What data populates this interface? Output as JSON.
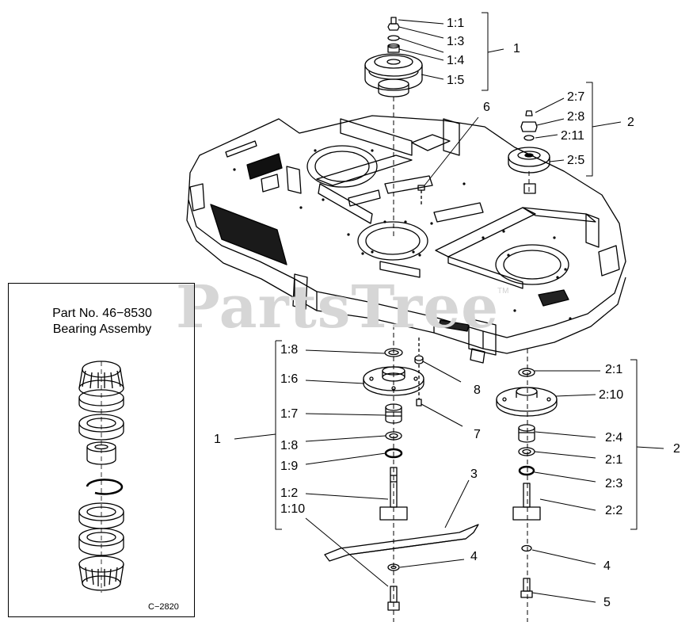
{
  "watermark": {
    "text": "PartsTree",
    "tm": "TM"
  },
  "inset": {
    "title_line1": "Part No. 46−8530",
    "title_line2": "Bearing Assemby",
    "code": "C−2820"
  },
  "callouts": {
    "c1_1": "1:1",
    "c1_3": "1:3",
    "c1_4": "1:4",
    "c1_5": "1:5",
    "c1_top": "1",
    "c2_7": "2:7",
    "c2_8": "2:8",
    "c2_11": "2:11",
    "c2_5": "2:5",
    "c2_top": "2",
    "c6": "6",
    "c1_8a": "1:8",
    "c1_6": "1:6",
    "c1_7": "1:7",
    "c1_8b": "1:8",
    "c1_9": "1:9",
    "c1_2": "1:2",
    "c1_10": "1:10",
    "c1_left": "1",
    "c8": "8",
    "c7": "7",
    "c3": "3",
    "c4a": "4",
    "c2_1a": "2:1",
    "c2_10": "2:10",
    "c2_4": "2:4",
    "c2_1b": "2:1",
    "c2_3": "2:3",
    "c2_2": "2:2",
    "c2_right": "2",
    "c4b": "4",
    "c5": "5"
  },
  "colors": {
    "line": "#000000",
    "watermark": "#d6d6d6",
    "background": "#ffffff"
  }
}
